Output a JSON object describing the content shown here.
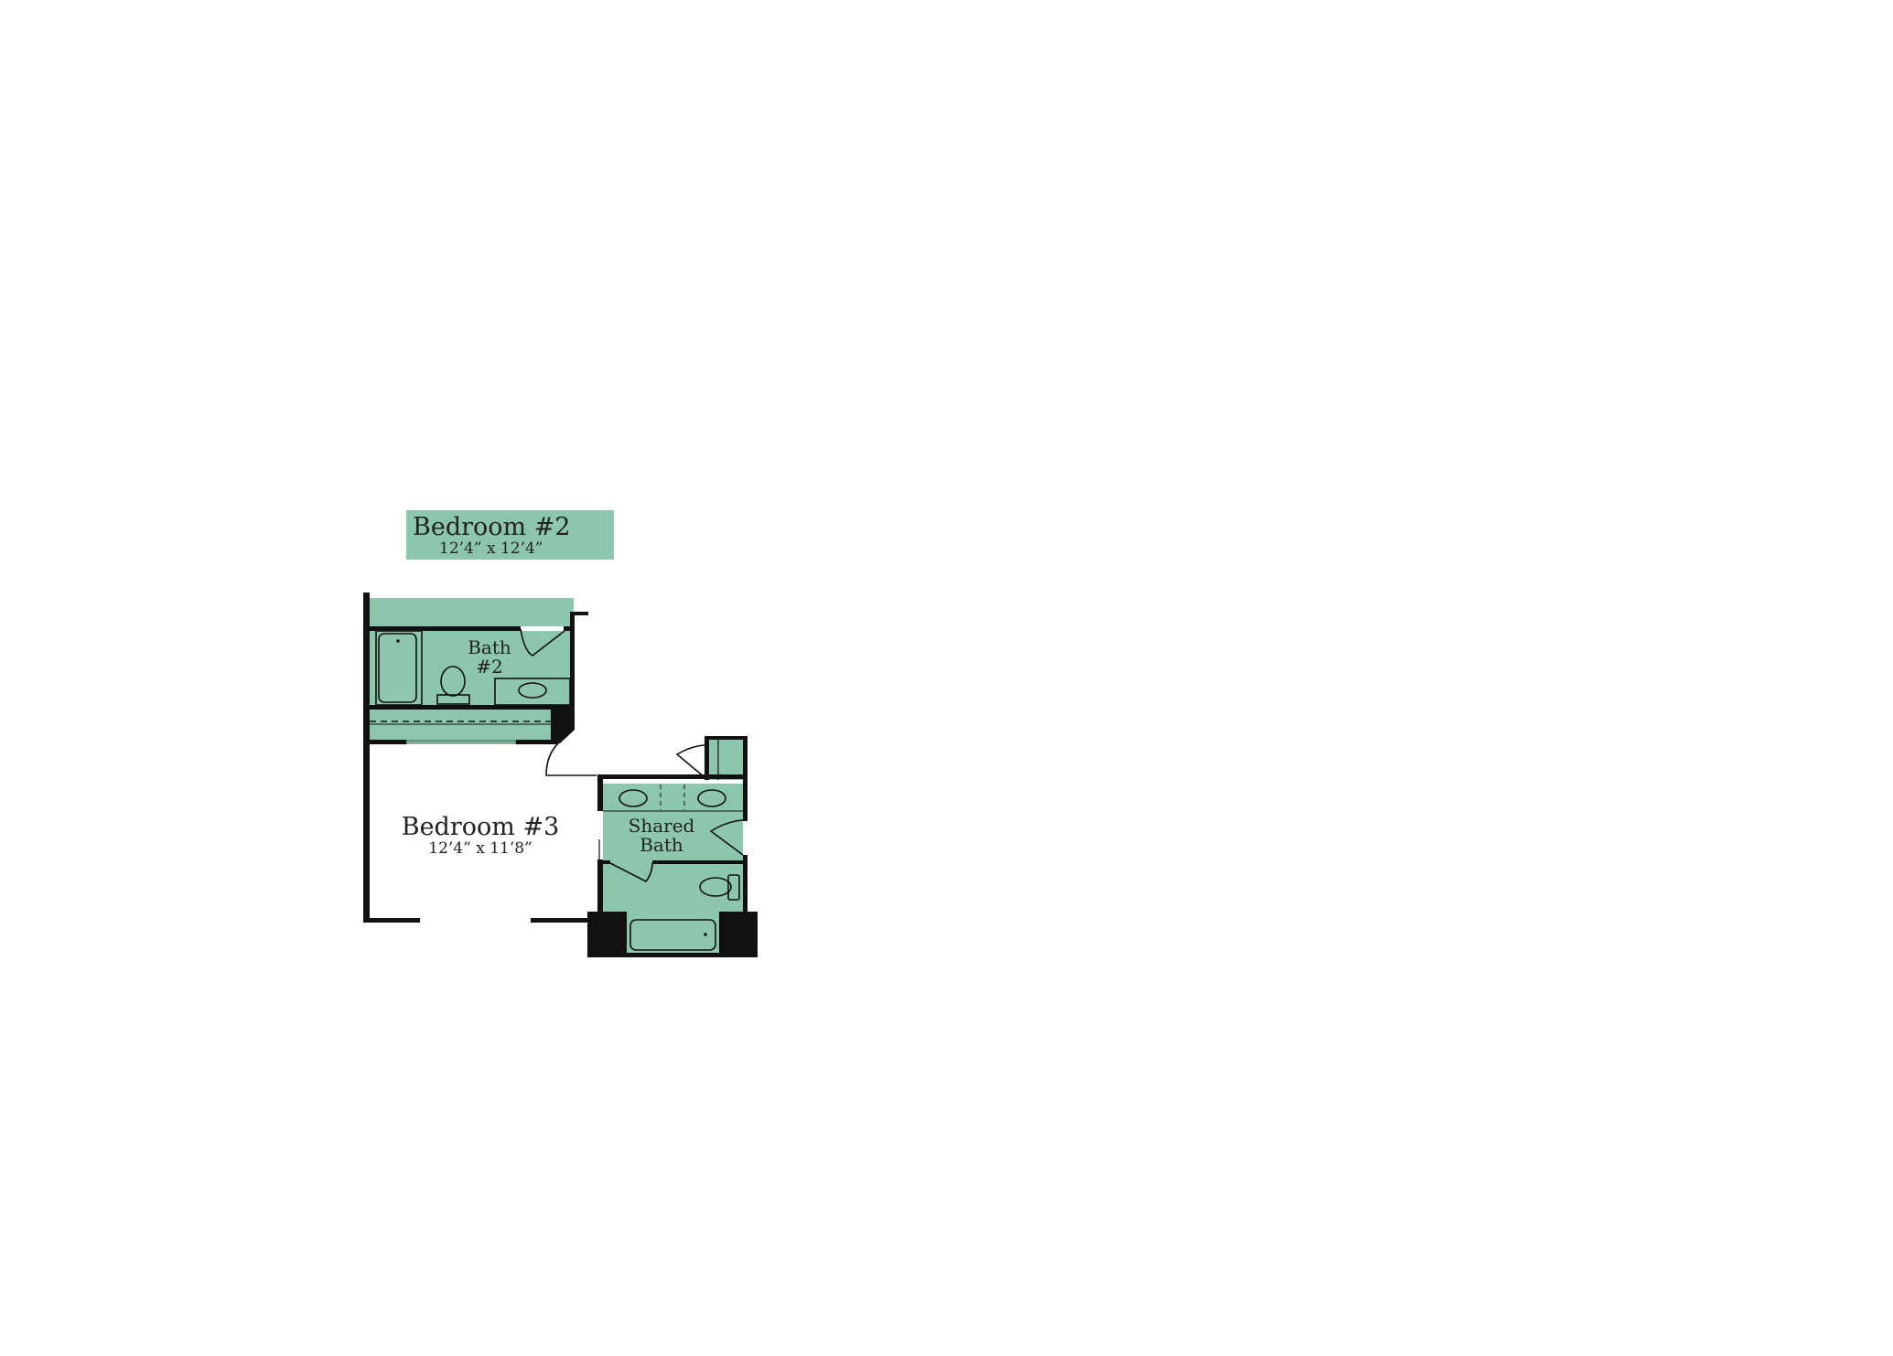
{
  "colors": {
    "room_fill": "#8cc6ad",
    "wall": "#111111",
    "background": "#ffffff"
  },
  "rooms": {
    "bedroom2": {
      "name": "Bedroom #2",
      "size": "12’4” x 12’4”"
    },
    "bath2": {
      "line1": "Bath",
      "line2": "#2"
    },
    "bedroom3": {
      "name": "Bedroom #3",
      "size": "12’4” x 11’8”"
    },
    "shared_bath": {
      "line1": "Shared",
      "line2": "Bath"
    }
  }
}
